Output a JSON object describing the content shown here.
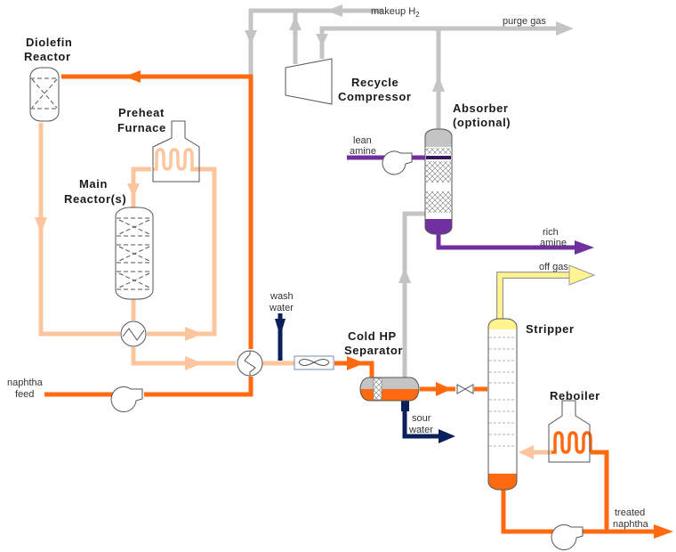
{
  "title": "Naphtha Hydrotreating Process Flow Diagram",
  "colors": {
    "hot_feed": "#ff6a10",
    "warm_effluent": "#fbc59d",
    "recycle_gas": "#c4c4c4",
    "amine": "#7030a0",
    "water": "#0a1f5c",
    "off_gas": "#fff48f",
    "off_gas_border": "#9a9a9a",
    "equipment_stroke": "#555555"
  },
  "equipment": {
    "diolefin_reactor": [
      "Diolefin",
      "Reactor"
    ],
    "preheat_furnace": [
      "Preheat",
      "Furnace"
    ],
    "main_reactor": [
      "Main",
      "Reactor(s)"
    ],
    "recycle_compressor": [
      "Recycle",
      "Compressor"
    ],
    "absorber": [
      "Absorber",
      "(optional)"
    ],
    "cold_hp_separator": [
      "Cold HP",
      "Separator"
    ],
    "stripper": [
      "Stripper"
    ],
    "reboiler": [
      "Reboiler"
    ]
  },
  "streams": {
    "makeup_h2": {
      "text": "makeup H",
      "sub": "2"
    },
    "purge_gas": "purge gas",
    "lean_amine": [
      "lean",
      "amine"
    ],
    "rich_amine": [
      "rich",
      "amine"
    ],
    "wash_water": [
      "wash",
      "water"
    ],
    "naphtha_feed": [
      "naphtha",
      "feed"
    ],
    "sour_water": [
      "sour",
      "water"
    ],
    "off_gas": "off gas",
    "treated_naphtha": [
      "treated",
      "naphtha"
    ]
  }
}
